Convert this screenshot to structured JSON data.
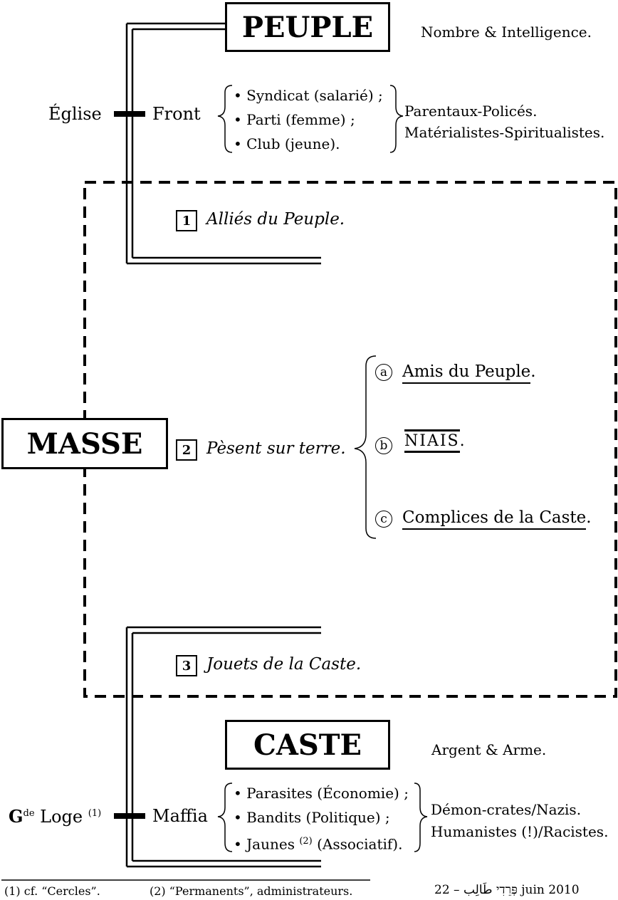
{
  "peuple": {
    "title": "PEUPLE",
    "note": "Nombre & Intelligence.",
    "left_label": "Église",
    "right_label": "Front",
    "list": [
      "• Syndicat (salarié) ;",
      "• Parti (femme) ;",
      "• Club (jeune)."
    ],
    "side": [
      "Parentaux-Policés.",
      "Matérialistes-Spiritualistes."
    ]
  },
  "masse": {
    "title": "MASSE",
    "item1": {
      "num": "1",
      "text": "Alliés du Peuple."
    },
    "item2": {
      "num": "2",
      "text": "Pèsent sur terre."
    },
    "item3": {
      "num": "3",
      "text": "Jouets de la Caste."
    },
    "sub": [
      {
        "letter": "a",
        "text": "Amis du Peuple",
        "tail": "."
      },
      {
        "letter": "b",
        "text": "NIAIS",
        "tail": "."
      },
      {
        "letter": "c",
        "text": "Complices de la Caste",
        "tail": "."
      }
    ]
  },
  "caste": {
    "title": "CASTE",
    "note": "Argent & Arme.",
    "left_label_g": "G",
    "left_label_de": "de",
    "left_label_rest": "Loge",
    "left_label_ref": "(1)",
    "right_label": "Maffia",
    "list": [
      "• Parasites (Économie) ;",
      "• Bandits (Politique) ;",
      "• Jaunes",
      "(2)",
      "(Associatif)."
    ],
    "side": [
      "Démon-crates/Nazis.",
      "Humanistes (!)/Racistes."
    ]
  },
  "footer": {
    "note1": "(1) cf. “Cercles”.",
    "note2": "(2) “Permanents”, administrateurs.",
    "signature_arabic": "طَالِب",
    "signature_hebrew": "פְּרֵדִי",
    "date": "– 22 juin 2010"
  }
}
